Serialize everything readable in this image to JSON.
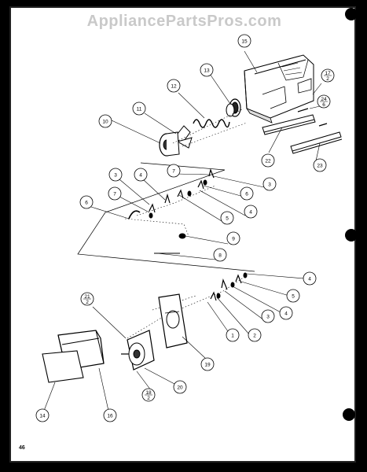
{
  "watermark": "AppliancePartsPros.com",
  "page_number": "46",
  "callouts": {
    "c15": "15",
    "c13": "13",
    "c12": "12",
    "c11": "11",
    "c10": "10",
    "c17": [
      "17",
      "2"
    ],
    "c24": [
      "24",
      "6"
    ],
    "c22": "22",
    "c23": "23",
    "c3a": "3",
    "c4a": "4",
    "c7a": "7",
    "c7b": "7",
    "c3b": "3",
    "c6a": "6",
    "c6b": "6",
    "c4b": "4",
    "c5a": "5",
    "c9": "9",
    "c8": "8",
    "c4c": "4",
    "c5b": "5",
    "c4d": "4",
    "c3c": "3",
    "c2": "2",
    "c1": "1",
    "c21": [
      "21",
      "2"
    ],
    "c19": "19",
    "c20": "20",
    "c18": [
      "18",
      "2"
    ],
    "c14": "14",
    "c16": "16"
  }
}
